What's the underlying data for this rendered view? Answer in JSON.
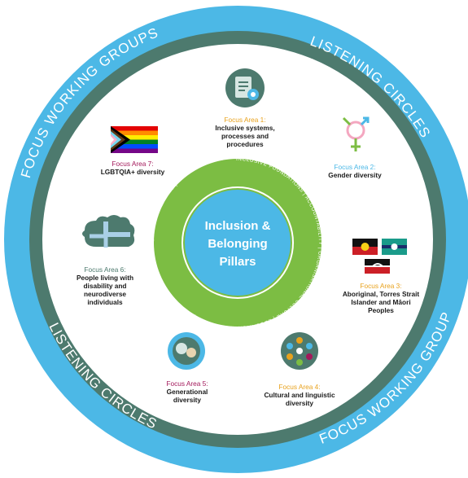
{
  "outer_ring": {
    "labels": [
      "FOCUS WORKING GROUPS",
      "LISTENING CIRCLES",
      "LISTENING CIRCLES",
      "FOCUS WORKING GROUPS"
    ],
    "color": "#4cb8e6",
    "inner_color": "#4d7a6e"
  },
  "green_ring": {
    "color": "#7cbd43",
    "labels": [
      "INCLUSIVE FOUNDATIONS",
      "ACCOUNTABILITY",
      "ORGANISATIONAL CULTURE",
      "EDUCATION AND GROWTH",
      "COMMUNITY RELATIONSHIPS",
      "TALENT PIPELINES"
    ]
  },
  "center": {
    "line1": "Inclusion &",
    "line2": "Belonging",
    "line3": "Pillars",
    "color": "#4cb8e6"
  },
  "focus_areas": [
    {
      "title": "Focus Area 1:",
      "desc": "Inclusive systems, processes and procedures",
      "color": "#e8a21d",
      "icon": "document-gear-icon"
    },
    {
      "title": "Focus Area 2:",
      "desc": "Gender diversity",
      "color": "#4cb8e6",
      "icon": "gender-symbol-icon"
    },
    {
      "title": "Focus Area 3:",
      "desc": "Aboriginal, Torres Strait Islander and Māori Peoples",
      "color": "#e8a21d",
      "icon": "indigenous-flags-icon"
    },
    {
      "title": "Focus Area 4:",
      "desc": "Cultural and linguistic diversity",
      "color": "#e8a21d",
      "icon": "people-circle-icon"
    },
    {
      "title": "Focus Area 5:",
      "desc": "Generational diversity",
      "color": "#a3195b",
      "icon": "generations-icon"
    },
    {
      "title": "Focus Area 6:",
      "desc": "People living with disability and neurodiverse individuals",
      "color": "#4d7a6e",
      "icon": "brain-puzzle-icon"
    },
    {
      "title": "Focus Area 7:",
      "desc": "LGBTQIA+ diversity",
      "color": "#a3195b",
      "icon": "pride-flag-icon"
    }
  ]
}
